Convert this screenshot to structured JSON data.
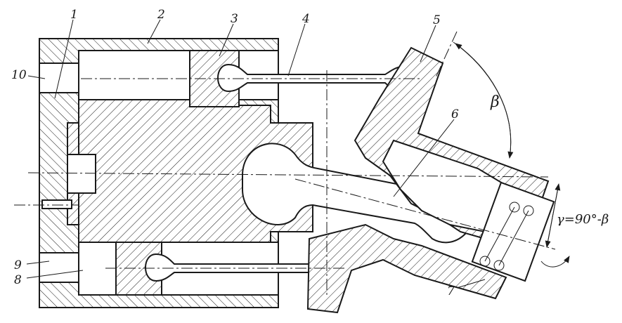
{
  "labels": {
    "l1": "1",
    "l2": "2",
    "l3": "3",
    "l4": "4",
    "l5": "5",
    "l6": "6",
    "l7": "7",
    "l8": "8",
    "l9": "9",
    "l10": "10",
    "beta": "β",
    "gamma_formula": "γ=90°-β"
  },
  "colors": {
    "ink": "#1a1a1a",
    "paper": "#ffffff"
  }
}
